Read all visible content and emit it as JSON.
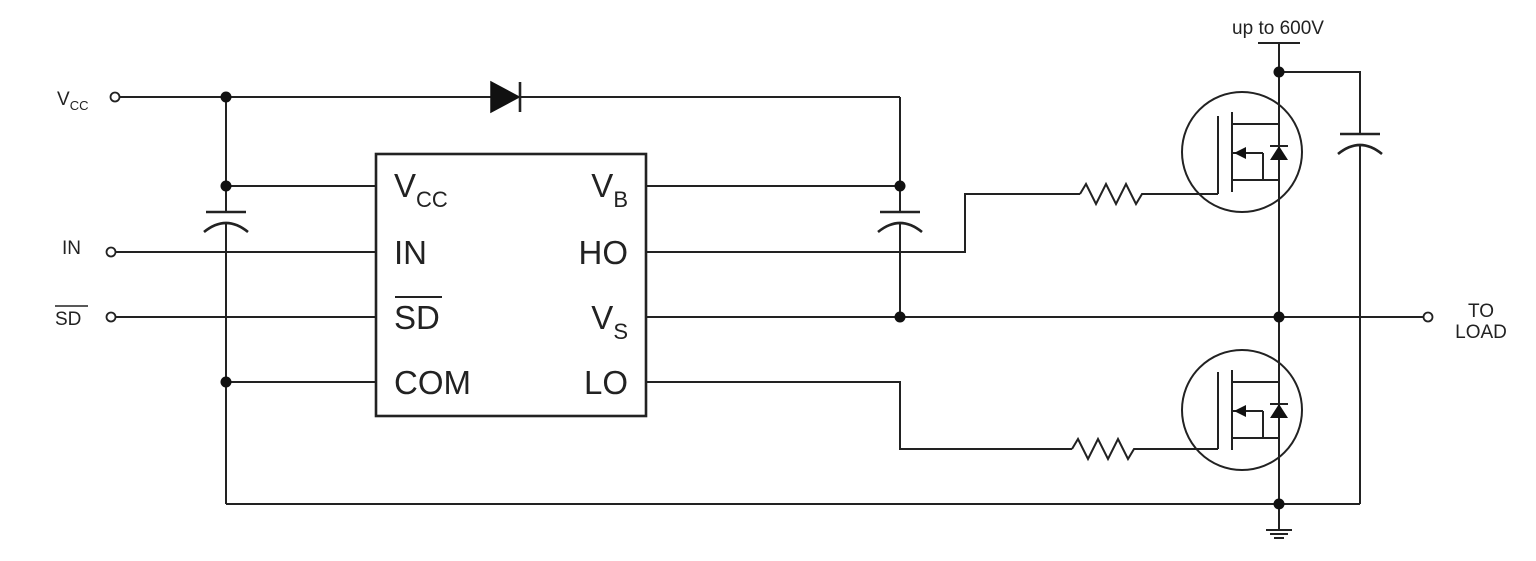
{
  "colors": {
    "ink": "#222222",
    "background": "#ffffff"
  },
  "inputs": {
    "vcc": {
      "main": "V",
      "sub": "CC"
    },
    "in": "IN",
    "sd": "SD"
  },
  "ic": {
    "left_pins": [
      {
        "main": "V",
        "sub": "CC"
      },
      {
        "main": "IN",
        "sub": ""
      },
      {
        "main": "SD",
        "sub": ""
      },
      {
        "main": "COM",
        "sub": ""
      }
    ],
    "right_pins": [
      {
        "main": "V",
        "sub": "B"
      },
      {
        "main": "HO",
        "sub": ""
      },
      {
        "main": "V",
        "sub": "S"
      },
      {
        "main": "LO",
        "sub": ""
      }
    ]
  },
  "supply_label": "up to 600V",
  "output_label": {
    "line1": "TO",
    "line2": "LOAD"
  }
}
